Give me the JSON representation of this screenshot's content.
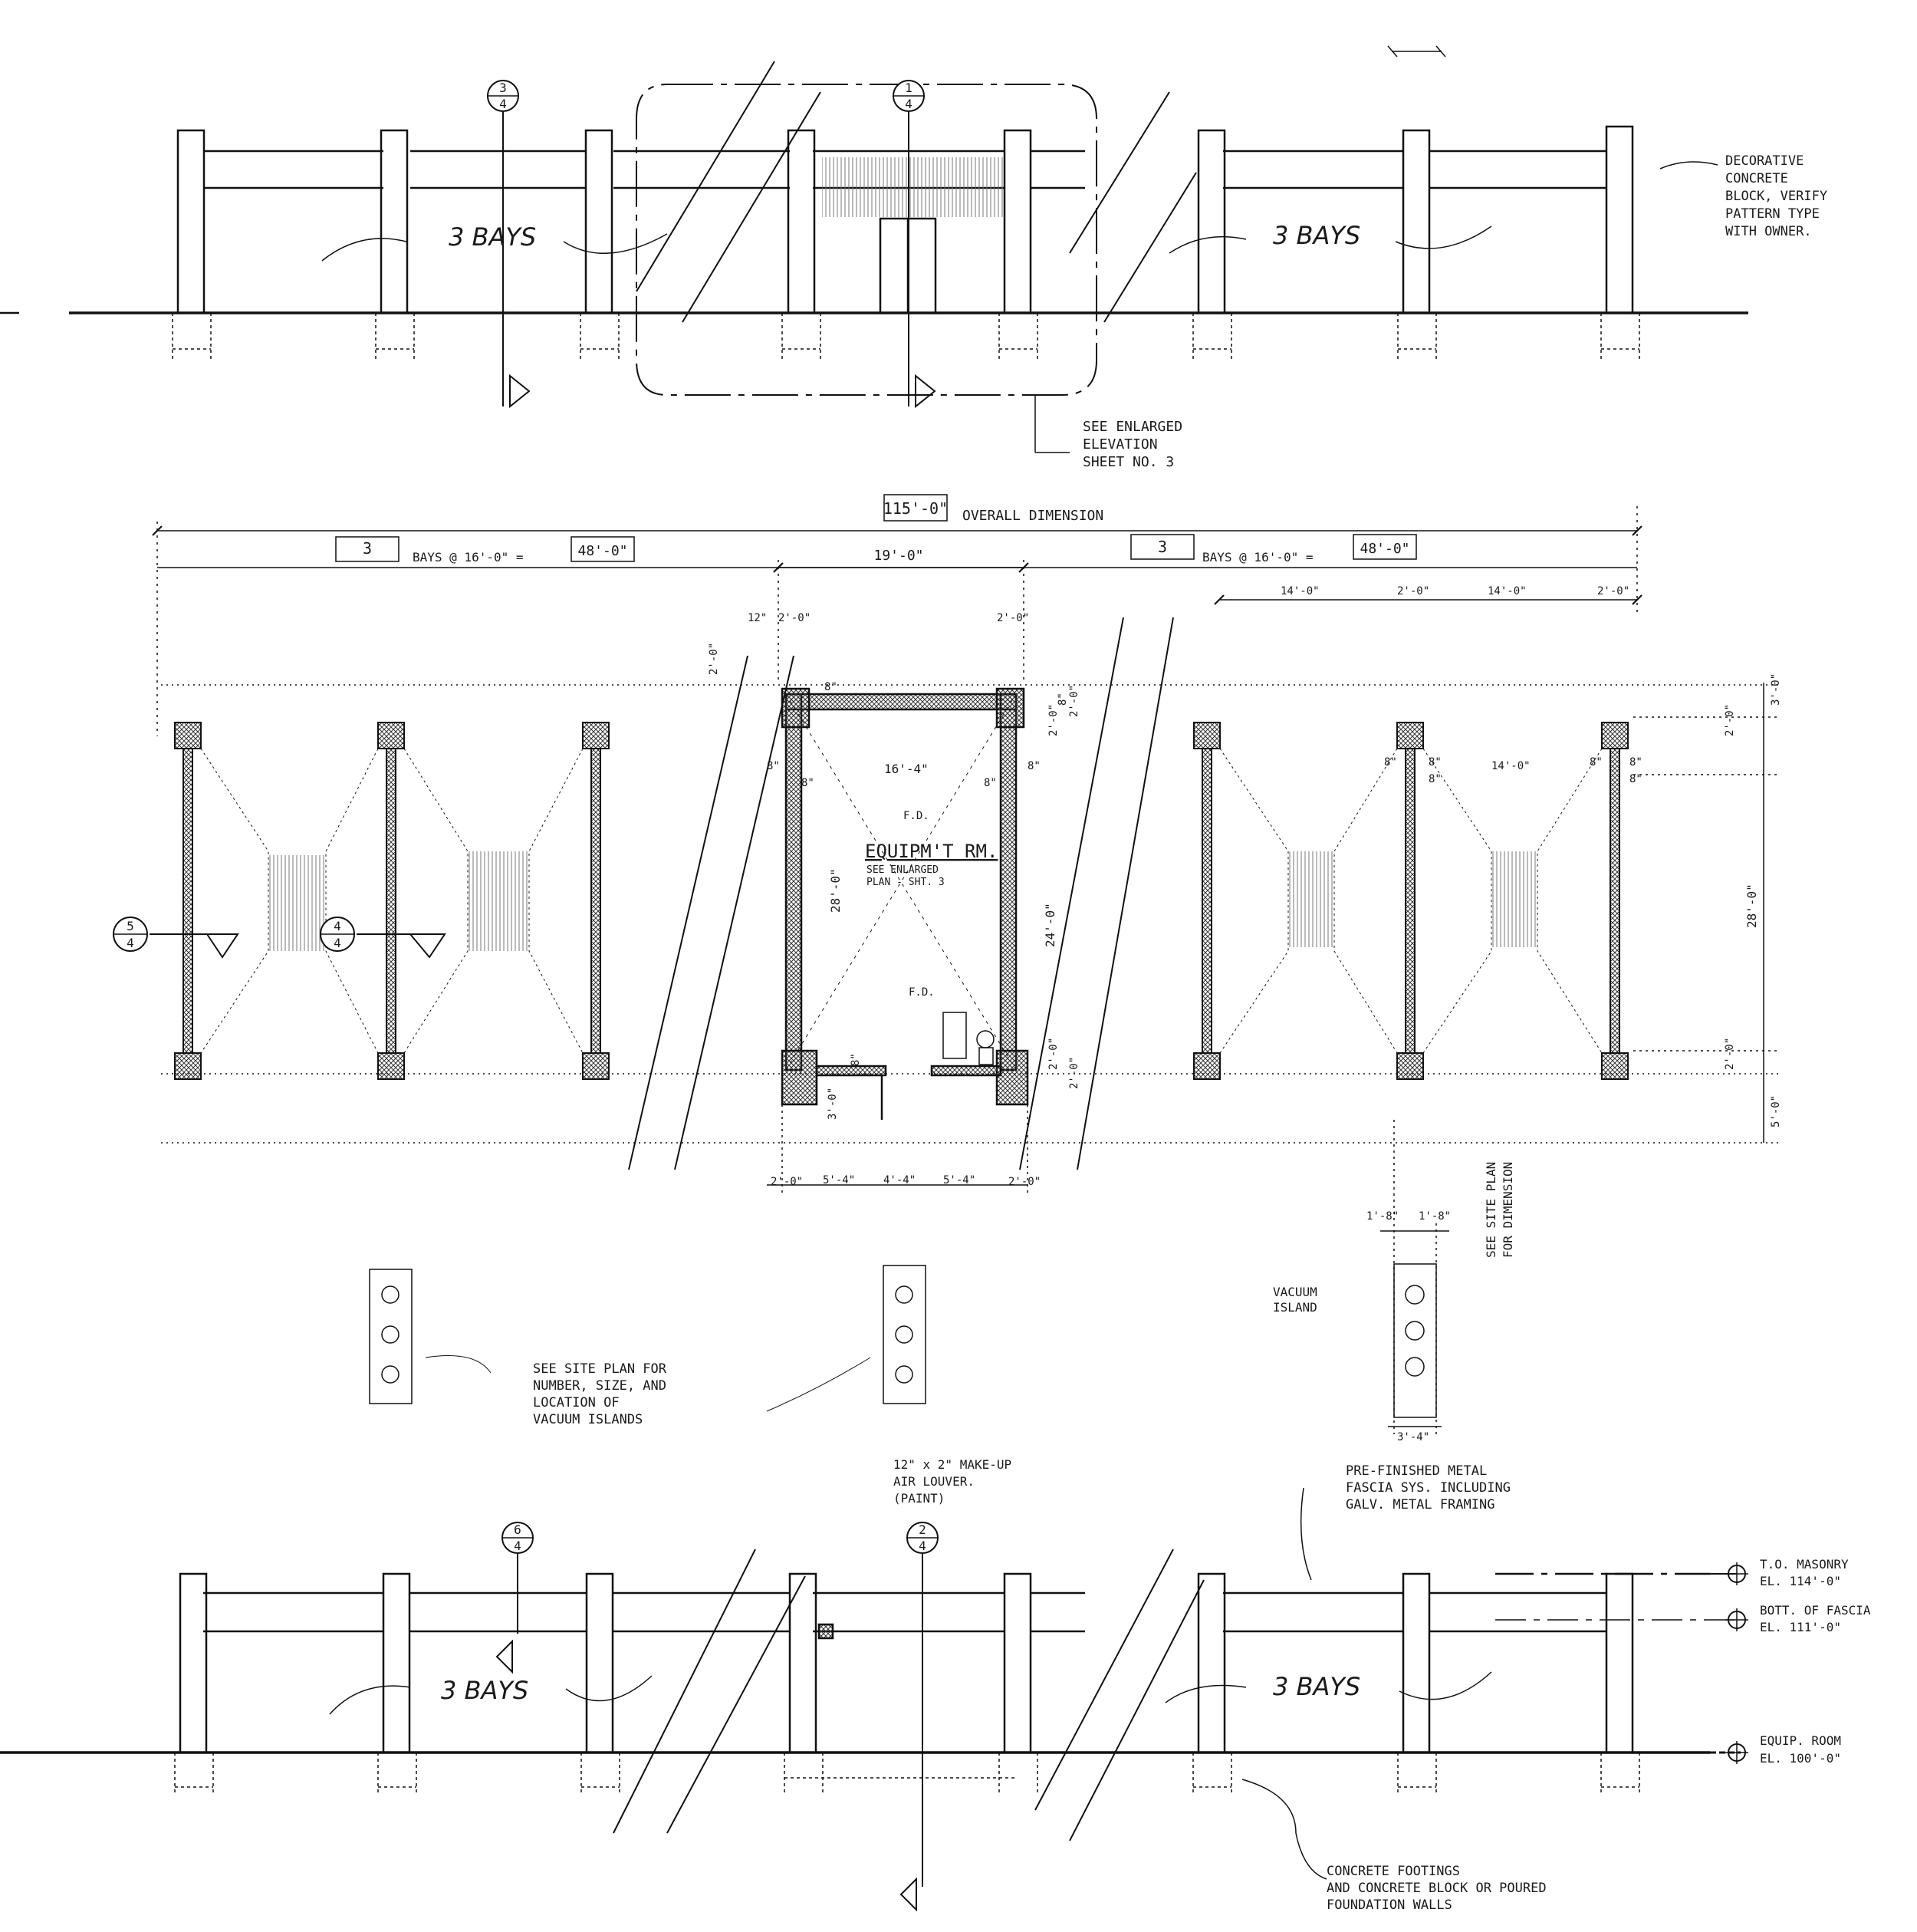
{
  "top_elevation": {
    "section_markers": [
      {
        "top": "3",
        "bottom": "4"
      },
      {
        "top": "1",
        "bottom": "4"
      }
    ],
    "bays_label_left": "3 BAYS",
    "bays_label_right": "3 BAYS",
    "note_block": [
      "DECORATIVE",
      "CONCRETE",
      "BLOCK, VERIFY",
      "PATTERN TYPE",
      "WITH OWNER."
    ],
    "note_enlarged": [
      "SEE ENLARGED",
      "ELEVATION",
      "SHEET NO. 3"
    ]
  },
  "plan": {
    "overall_dimension": "115'-0\"",
    "overall_label": "OVERALL DIMENSION",
    "bays_left_count": "3",
    "bays_left_text": "BAYS @ 16'-0\" =",
    "bays_left_total": "48'-0\"",
    "bays_right_count": "3",
    "bays_right_text": "BAYS @ 16'-0\" =",
    "bays_right_total": "48'-0\"",
    "center_width": "19'-0\"",
    "room_label": "EQUIPM'T RM.",
    "room_sub": [
      "SEE ENLARGED",
      "PLAN - SHT. 3"
    ],
    "floor_drain": "F.D.",
    "floor_drain_2": "F.D.",
    "dims": {
      "d12": "12\"",
      "d2_0a": "2'-0\"",
      "d2_0b": "2'-0\"",
      "d2_0_diag": "2'-0\"",
      "d8a": "8\"",
      "d8b": "8\"",
      "d8c": "8\"",
      "d8d": "8\"",
      "d8e": "8\"",
      "d8f": "8\"",
      "inner_width": "16'-4\"",
      "room_depth": "28'-0\"",
      "side_depth": "24'-0\"",
      "d14a": "14'-0\"",
      "d2_0c": "2'-0\"",
      "d14b": "14'-0\"",
      "d2_0d": "2'-0\"",
      "d14c": "14'-0\"",
      "d8r1": "8\"",
      "d8r2": "8\"",
      "d8r3": "8\"",
      "d8r4": "8\"",
      "d8r5": "8\"",
      "d8r6": "8\"",
      "right_3_0": "3'-0\"",
      "right_2_0a": "2'-0\"",
      "right_28_0": "28'-0\"",
      "right_2_0b": "2'-0\"",
      "right_5_0": "5'-0\"",
      "c2_0a": "2'-0\"",
      "c2_0b": "2'-0\"",
      "c2_0c": "2'-0\"",
      "c2_0d": "2'-0\"",
      "c8": "8\"",
      "c3_0": "3'-0\"",
      "b2_0l": "2'-0\"",
      "b5_4l": "5'-4\"",
      "b4_4": "4'-4\"",
      "b5_4r": "5'-4\"",
      "b2_0r": "2'-0\"",
      "v1_8a": "1'-8\"",
      "v1_8b": "1'-8\"",
      "v3_4": "3'-4\""
    },
    "section_markers": [
      {
        "top": "5",
        "bottom": "4"
      },
      {
        "top": "4",
        "bottom": "4"
      }
    ],
    "note_site_plan_dim": [
      "SEE SITE PLAN",
      "FOR DIMENSION"
    ],
    "vacuum_island": [
      "VACUUM",
      "ISLAND"
    ],
    "note_vacuum": [
      "SEE SITE PLAN FOR",
      "NUMBER, SIZE, AND",
      "LOCATION OF",
      "VACUUM ISLANDS"
    ]
  },
  "bottom_elevation": {
    "section_markers": [
      {
        "top": "6",
        "bottom": "4"
      },
      {
        "top": "2",
        "bottom": "4"
      }
    ],
    "bays_label_left": "3 BAYS",
    "bays_label_right": "3 BAYS",
    "note_louver": [
      "12\" x 2\" MAKE-UP",
      "AIR LOUVER.",
      "(PAINT)"
    ],
    "note_fascia": [
      "PRE-FINISHED METAL",
      "FASCIA SYS. INCLUDING",
      "GALV. METAL FRAMING"
    ],
    "note_footings": [
      "CONCRETE FOOTINGS",
      "AND CONCRETE BLOCK OR POURED",
      "FOUNDATION WALLS"
    ],
    "elevations": [
      {
        "label": "T.O. MASONRY",
        "value": "EL. 114'-0\""
      },
      {
        "label": "BOTT. OF FASCIA",
        "value": "EL. 111'-0\""
      },
      {
        "label": "EQUIP. ROOM",
        "value": "EL. 100'-0\""
      }
    ]
  }
}
